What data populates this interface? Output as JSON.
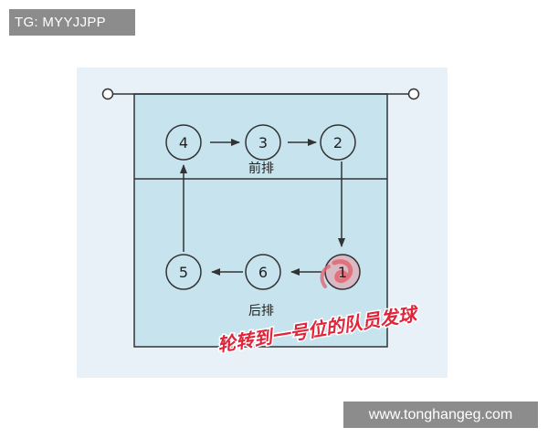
{
  "watermark_tag": "TG: MYYJJPP",
  "watermark_url": "www.tonghangeg.com",
  "diagram": {
    "front_row_label": "前排",
    "back_row_label": "后排",
    "caption": "轮转到一号位的队员发球",
    "positions": {
      "p1": "1",
      "p2": "2",
      "p3": "3",
      "p4": "4",
      "p5": "5",
      "p6": "6"
    }
  },
  "colors": {
    "card_background": "#e9f1f8",
    "court_fill": "#c6e3ee",
    "line": "#333333",
    "caption": "#e0253a",
    "badge": "#8c8c8c",
    "server_highlight": "#e2656f"
  },
  "icons": [
    "net-post-icon",
    "arrow-icon"
  ]
}
